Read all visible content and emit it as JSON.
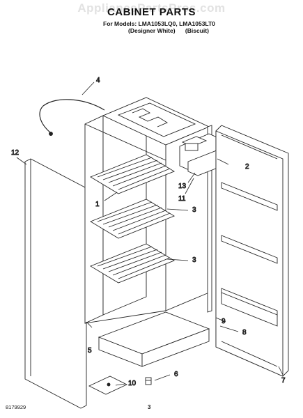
{
  "watermark": "AppliancePartsPros.com",
  "title": "CABINET PARTS",
  "models_line": "For Models: LMA1053LQ0, LMA1053LT0",
  "variants": [
    "(Designer White)",
    "(Biscuit)"
  ],
  "callouts": {
    "c1": "1",
    "c2": "2",
    "c3a": "3",
    "c3b": "3",
    "c4": "4",
    "c5": "5",
    "c6": "6",
    "c7": "7",
    "c8": "8",
    "c9": "9",
    "c10": "10",
    "c11": "11",
    "c12": "12",
    "c13": "13"
  },
  "footer": {
    "doc_number": "8179929",
    "page_number": "3"
  }
}
